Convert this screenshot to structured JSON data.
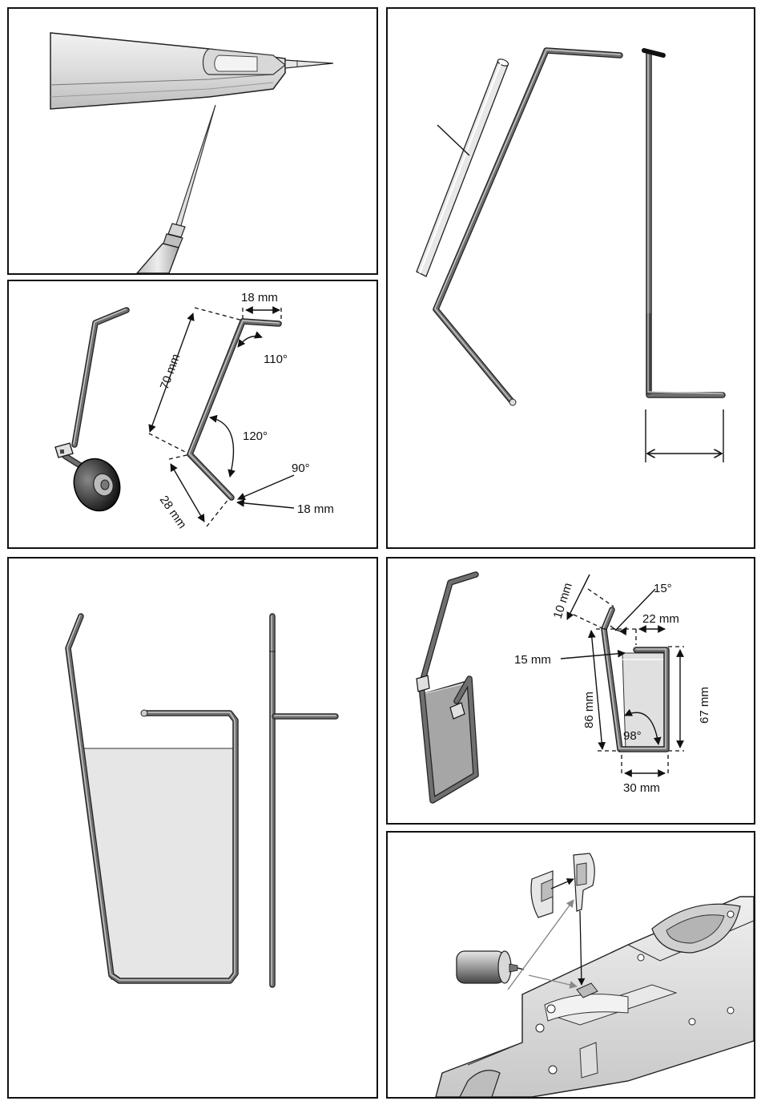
{
  "panels": {
    "step2": {
      "dim_top": "18 mm",
      "angle_top": "110°",
      "dim_long": "70 mm",
      "angle_mid": "120°",
      "angle_bottom": "90°",
      "dim_bottom_side": "28 mm",
      "dim_bottom_end": "18 mm"
    },
    "step5": {
      "dim_slant": "10 mm",
      "angle_top": "15°",
      "dim_top_right": "22 mm",
      "dim_inner": "15 mm",
      "dim_left_height": "86 mm",
      "dim_right_height": "67 mm",
      "angle_bottom": "98°",
      "dim_bottom": "30 mm"
    }
  }
}
